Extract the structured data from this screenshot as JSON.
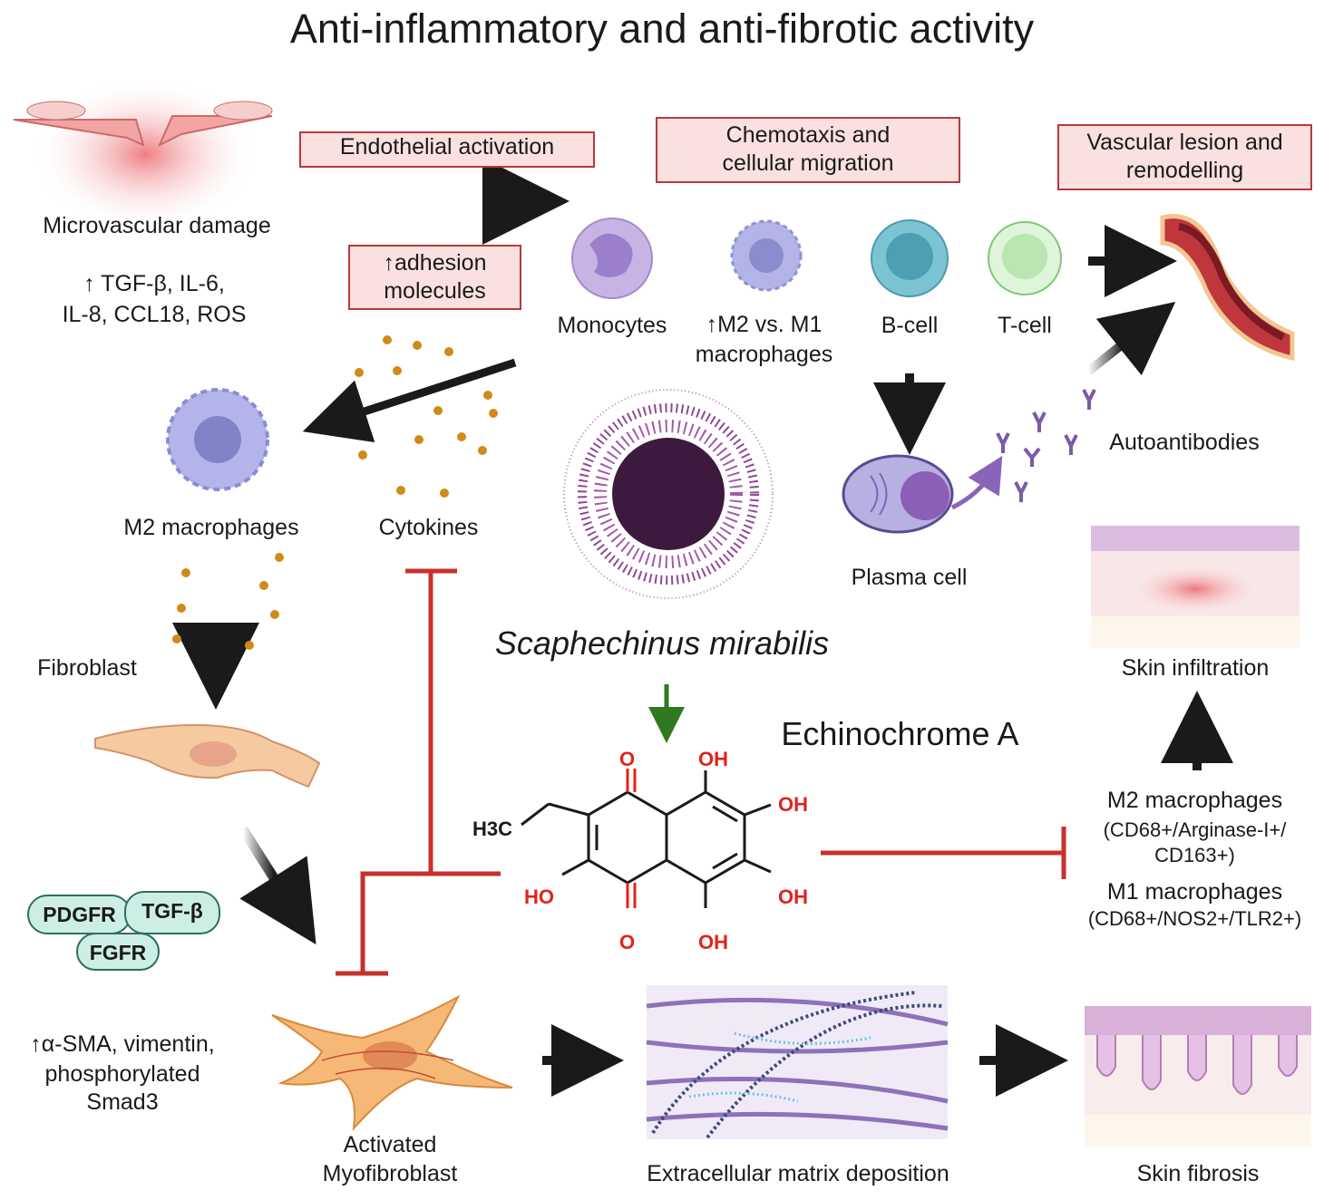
{
  "title": "Anti-inflammatory and anti-fibrotic activity",
  "boxes": {
    "endothelial": "Endothelial activation",
    "chemotaxis": [
      "Chemotaxis and",
      "cellular migration"
    ],
    "vascular": [
      "Vascular lesion and",
      "remodelling"
    ],
    "adhesion": [
      "↑adhesion",
      "molecules"
    ]
  },
  "labels": {
    "microvascular": "Microvascular damage",
    "markers": [
      "↑  TGF-β, IL-6,",
      "IL-8, CCL18, ROS"
    ],
    "monocytes": "Monocytes",
    "m2vsm1": [
      "↑M2 vs. M1",
      "macrophages"
    ],
    "bcell": "B-cell",
    "tcell": "T-cell",
    "m2_macrophages": "M2 macrophages",
    "cytokines": "Cytokines",
    "plasma_cell": "Plasma cell",
    "autoantibodies": "Autoantibodies",
    "skin_infiltration": "Skin infiltration",
    "fibroblast": "Fibroblast",
    "species": "Scaphechinus mirabilis",
    "compound": "Echinochrome A",
    "m2_right": [
      "M2 macrophages",
      "(CD68+/Arginase-I+/",
      "CD163+)"
    ],
    "m1_right": [
      "M1 macrophages",
      "(CD68+/NOS2+/TLR2+)"
    ],
    "receptors": [
      "PDGFR",
      "TGF-β",
      "FGFR"
    ],
    "sma": [
      "↑α-SMA, vimentin,",
      "phosphorylated",
      "Smad3"
    ],
    "myofibroblast": [
      "Activated",
      "Myofibroblast"
    ],
    "ecm": "Extracellular matrix deposition",
    "skin_fibrosis": "Skin fibrosis"
  },
  "molecule": {
    "o_top": "O",
    "o_bottom": "O",
    "oh_1": "OH",
    "oh_2": "OH",
    "oh_3": "OH",
    "oh_4": "OH",
    "ho": "HO",
    "ethyl": "H3C"
  },
  "colors": {
    "box_fill": "#fbe0e0",
    "box_border": "#b8393b",
    "inhibit": "#c9302c",
    "arrow": "#1a1a1a",
    "green_arrow": "#2f7a1f",
    "urchin": "#6b2a6b",
    "mol_red": "#e2231a"
  }
}
